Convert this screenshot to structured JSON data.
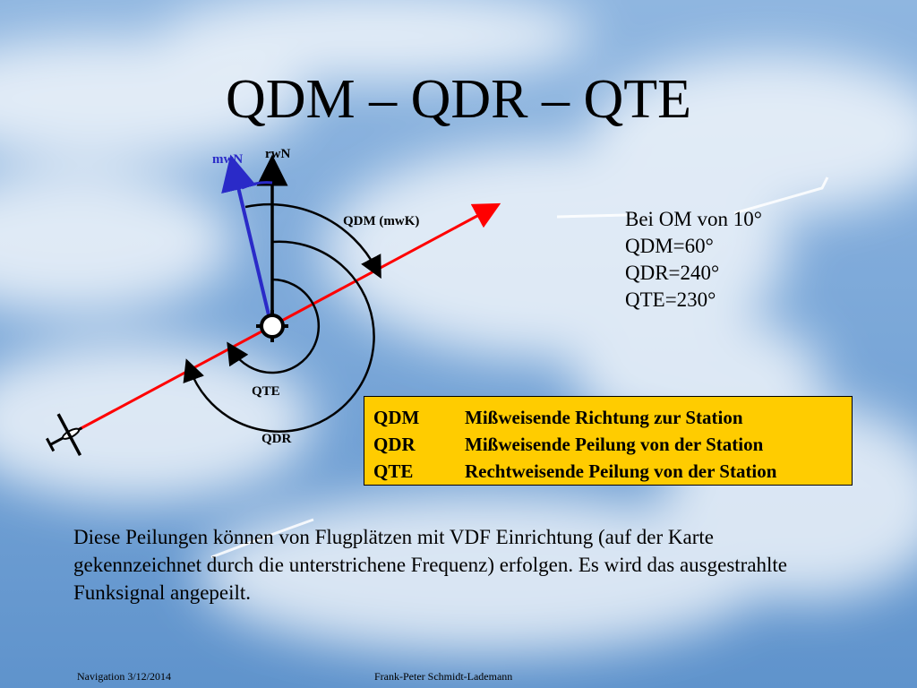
{
  "slide": {
    "title": "QDM – QDR – QTE",
    "footer_left": "Navigation 3/12/2014",
    "footer_center": "Frank-Peter Schmidt-Lademann"
  },
  "diagram": {
    "label_mwN": "mwN",
    "label_rwN": "rwN",
    "label_qdm": "QDM (mwK)",
    "label_qte": "QTE",
    "label_qdr": "QDR",
    "colors": {
      "mwN": "#2a2ac8",
      "course": "#ff0000",
      "arcs": "#000000"
    }
  },
  "info": {
    "lines": [
      "Bei OM von 10°",
      "QDM=60°",
      "QDR=240°",
      "QTE=230°"
    ]
  },
  "legend": {
    "rows": [
      {
        "abbr": "QDM",
        "text": "Mißweisende Richtung zur Station"
      },
      {
        "abbr": "QDR",
        "text": "Mißweisende Peilung von der Station"
      },
      {
        "abbr": "QTE",
        "text": "Rechtweisende Peilung von der Station"
      }
    ],
    "bg_color": "#ffcc00"
  },
  "paragraph": "Diese Peilungen können von Flugplätzen mit VDF Einrichtung (auf der Karte gekennzeichnet durch die unterstrichene Frequenz) erfolgen. Es wird das ausgestrahlte Funksignal angepeilt."
}
